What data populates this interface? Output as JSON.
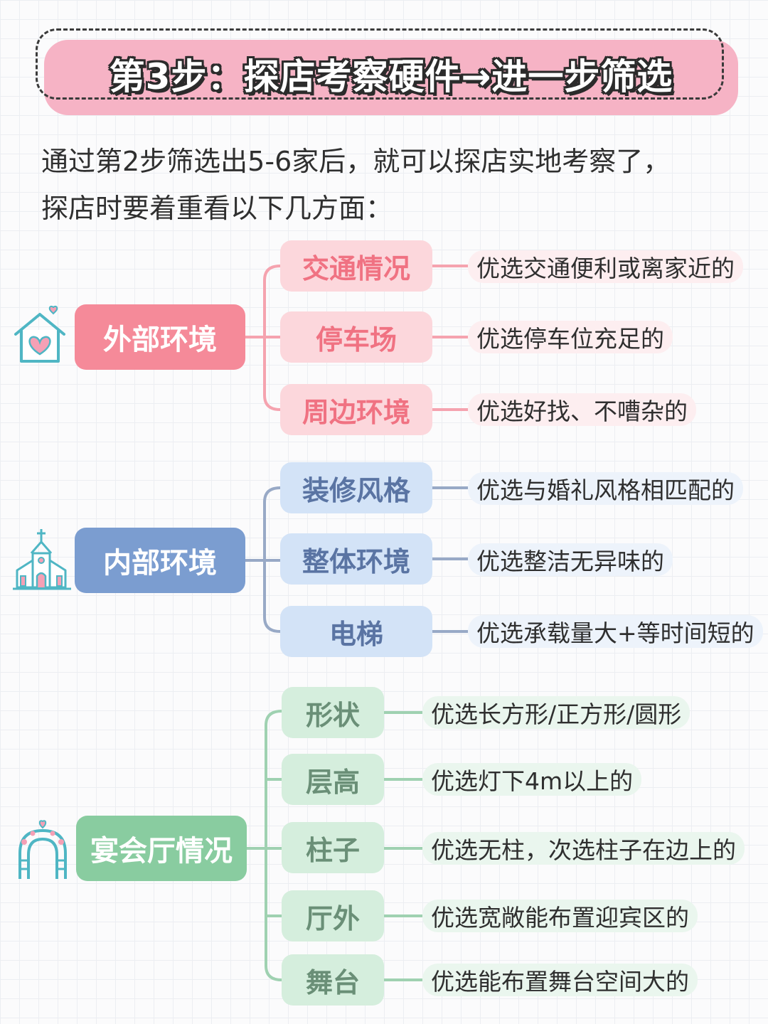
{
  "title": "第3步：探店考察硬件→进一步筛选",
  "intro": {
    "line1": "通过第2步筛选出5-6家后，就可以探店实地考察了，",
    "line2": "探店时要着重看以下几方面："
  },
  "groups": [
    {
      "label": "外部环境",
      "color": "#f58a99",
      "icon": "house-heart-icon",
      "items": [
        {
          "name": "交通情况",
          "desc": "优选交通便利或离家近的"
        },
        {
          "name": "停车场",
          "desc": "优选停车位充足的"
        },
        {
          "name": "周边环境",
          "desc": "优选好找、不嘈杂的"
        }
      ]
    },
    {
      "label": "内部环境",
      "color": "#7b9dd0",
      "icon": "chapel-icon",
      "items": [
        {
          "name": "装修风格",
          "desc": "优选与婚礼风格相匹配的"
        },
        {
          "name": "整体环境",
          "desc": "优选整洁无异味的"
        },
        {
          "name": "电梯",
          "desc": "优选承载量大+等时间短的"
        }
      ]
    },
    {
      "label": "宴会厅情况",
      "color": "#89cca0",
      "icon": "wedding-arch-icon",
      "items": [
        {
          "name": "形状",
          "desc": "优选长方形/正方形/圆形"
        },
        {
          "name": "层高",
          "desc": "优选灯下4m以上的"
        },
        {
          "name": "柱子",
          "desc": "优选无柱，次选柱子在边上的"
        },
        {
          "name": "厅外",
          "desc": "优选宽敞能布置迎宾区的"
        },
        {
          "name": "舞台",
          "desc": "优选能布置舞台空间大的"
        }
      ]
    }
  ]
}
